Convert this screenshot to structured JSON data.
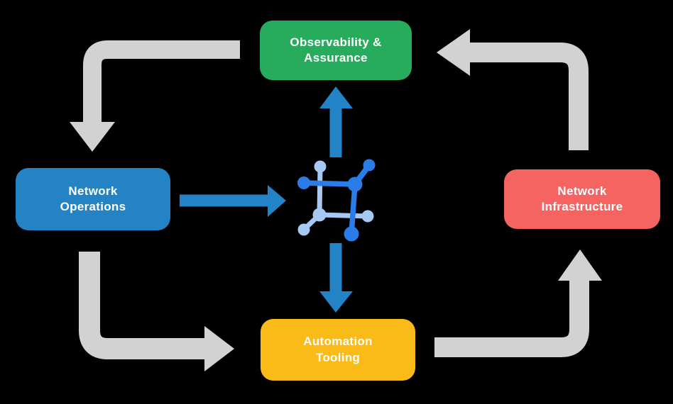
{
  "diagram": {
    "background": "#000000",
    "text_color": "#FFFFFF",
    "nodes": [
      {
        "id": "observability-assurance",
        "label": "Observability &\nAssurance",
        "color": "#26AC5C",
        "position": "top"
      },
      {
        "id": "network-operations",
        "label": "Network\nOperations",
        "color": "#2483C5",
        "position": "left"
      },
      {
        "id": "network-infrastructure",
        "label": "Network\nInfrastructure",
        "color": "#F66462",
        "position": "right"
      },
      {
        "id": "automation-tooling",
        "label": "Automation\nTooling",
        "color": "#FABA18",
        "position": "bottom"
      }
    ],
    "center_icon": {
      "name": "network-platform-icon",
      "color_dark": "#2A7CE8",
      "color_light": "#A6C9F3"
    },
    "arrows": {
      "gray_color": "#D2D2D2",
      "blue_color": "#2283C6",
      "outer_cycle": [
        {
          "from": "observability-assurance",
          "to": "network-operations"
        },
        {
          "from": "network-operations",
          "to": "automation-tooling"
        },
        {
          "from": "automation-tooling",
          "to": "network-infrastructure"
        },
        {
          "from": "network-infrastructure",
          "to": "observability-assurance"
        }
      ],
      "platform_links": [
        {
          "from": "network-operations",
          "to": "center-icon"
        },
        {
          "from": "center-icon",
          "to": "observability-assurance"
        },
        {
          "from": "center-icon",
          "to": "automation-tooling"
        }
      ]
    }
  }
}
